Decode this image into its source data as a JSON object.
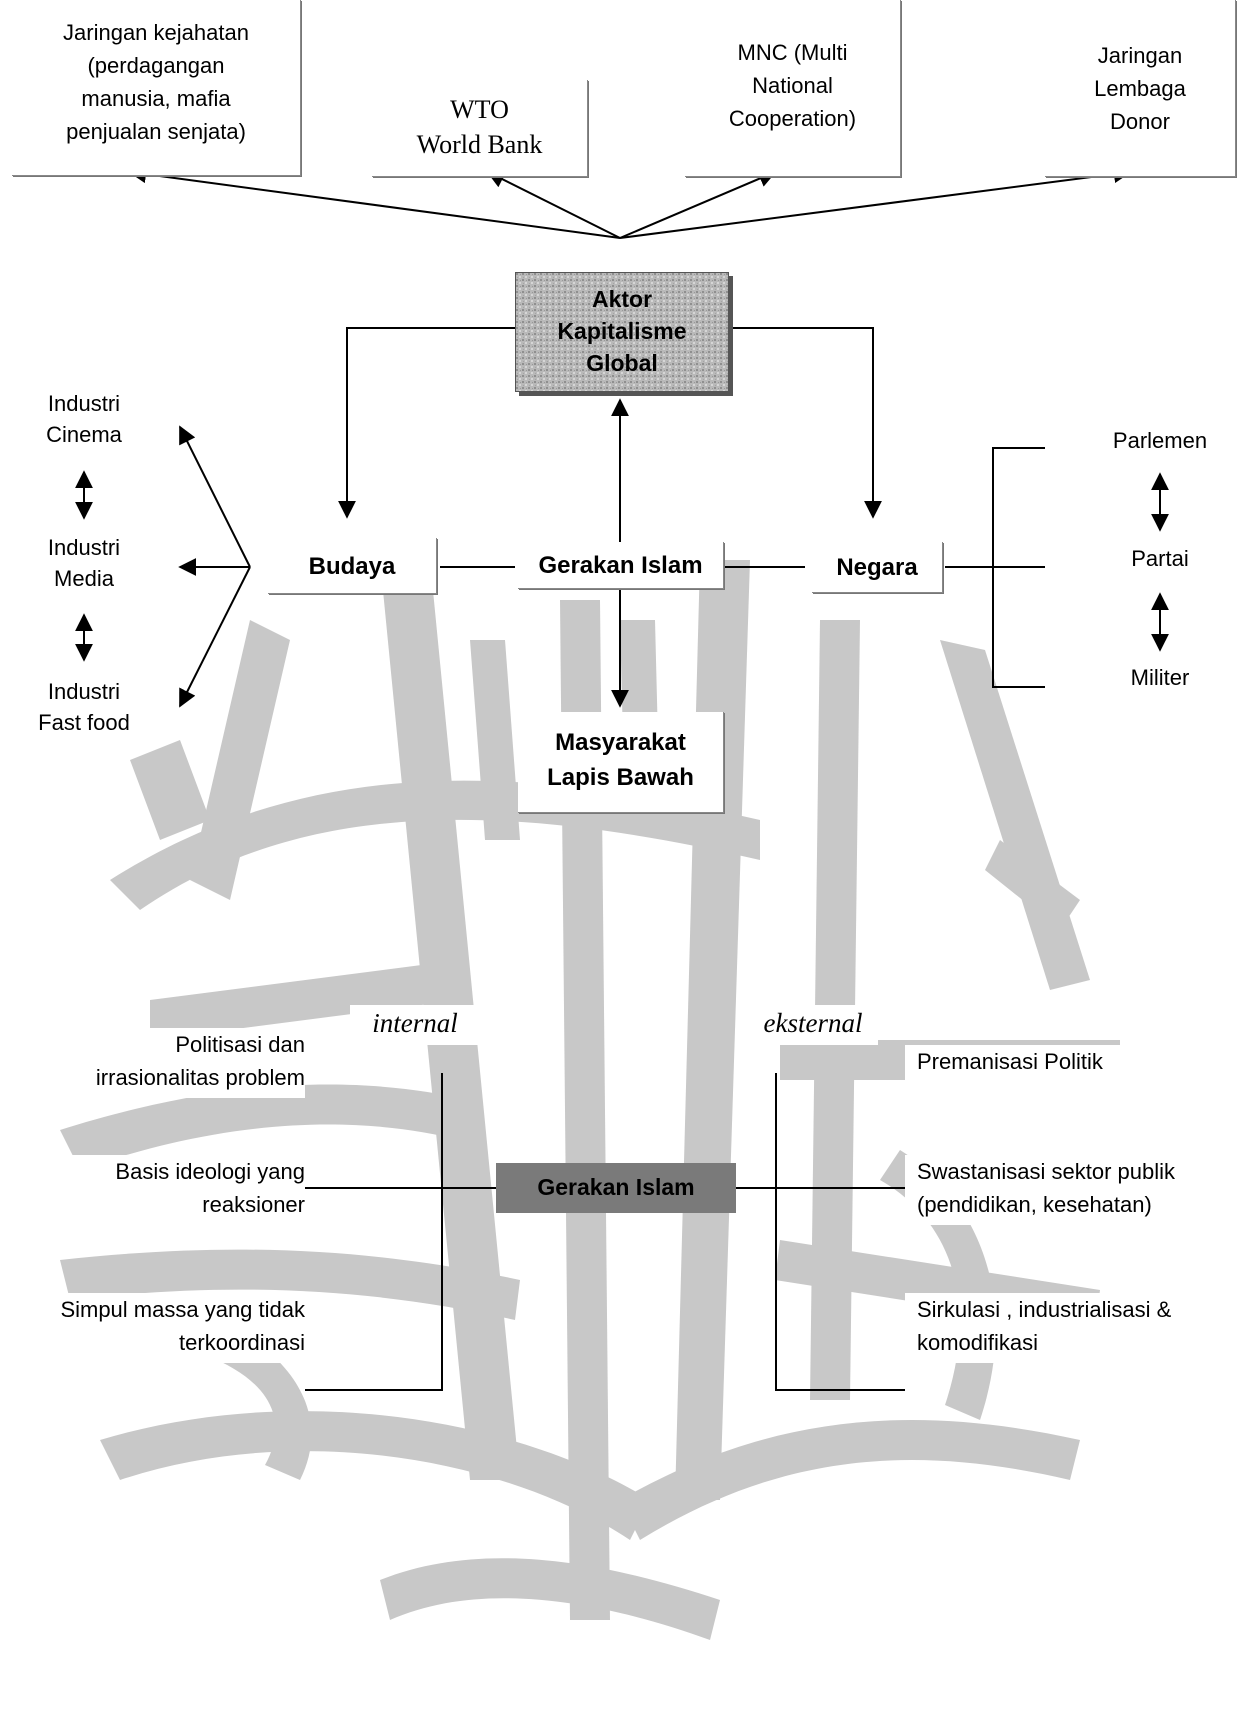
{
  "top_nodes": {
    "crime": [
      "Jaringan kejahatan",
      "(perdagangan",
      "manusia, mafia",
      "penjualan senjata)"
    ],
    "wto": [
      "WTO",
      "World Bank"
    ],
    "mnc": [
      "MNC (Multi",
      "National",
      "Cooperation)"
    ],
    "donor": [
      "Jaringan",
      "Lembaga",
      "Donor"
    ]
  },
  "center": {
    "aktor": [
      "Aktor",
      "Kapitalisme",
      "Global"
    ],
    "budaya": "Budaya",
    "gerakan_top": "Gerakan Islam",
    "negara": "Negara",
    "masyarakat": [
      "Masyarakat",
      "Lapis Bawah"
    ]
  },
  "left_industries": {
    "cinema": [
      "Industri",
      "Cinema"
    ],
    "media": [
      "Industri",
      "Media"
    ],
    "fastfood": [
      "Industri",
      "Fast food"
    ]
  },
  "right_state": {
    "parlemen": "Parlemen",
    "partai": "Partai",
    "militer": "Militer"
  },
  "bottom": {
    "internal_label": "internal",
    "eksternal_label": "eksternal",
    "gerakan_bottom": "Gerakan Islam",
    "internal_items": [
      [
        "Politisasi dan",
        "irrasionalitas problem"
      ],
      [
        "Basis ideologi yang",
        "reaksioner"
      ],
      [
        "Simpul massa yang tidak",
        "terkoordinasi"
      ]
    ],
    "eksternal_items": [
      [
        "Premanisasi Politik"
      ],
      [
        "Swastanisasi sektor publik",
        "(pendidikan, kesehatan)"
      ],
      [
        "Sirkulasi , industrialisasi &",
        "komodifikasi"
      ]
    ]
  },
  "colors": {
    "aktor_fill": "#b3b3b3",
    "gerakan_bottom_fill": "#7a7a7a",
    "watermark": "#c8c8c8"
  }
}
